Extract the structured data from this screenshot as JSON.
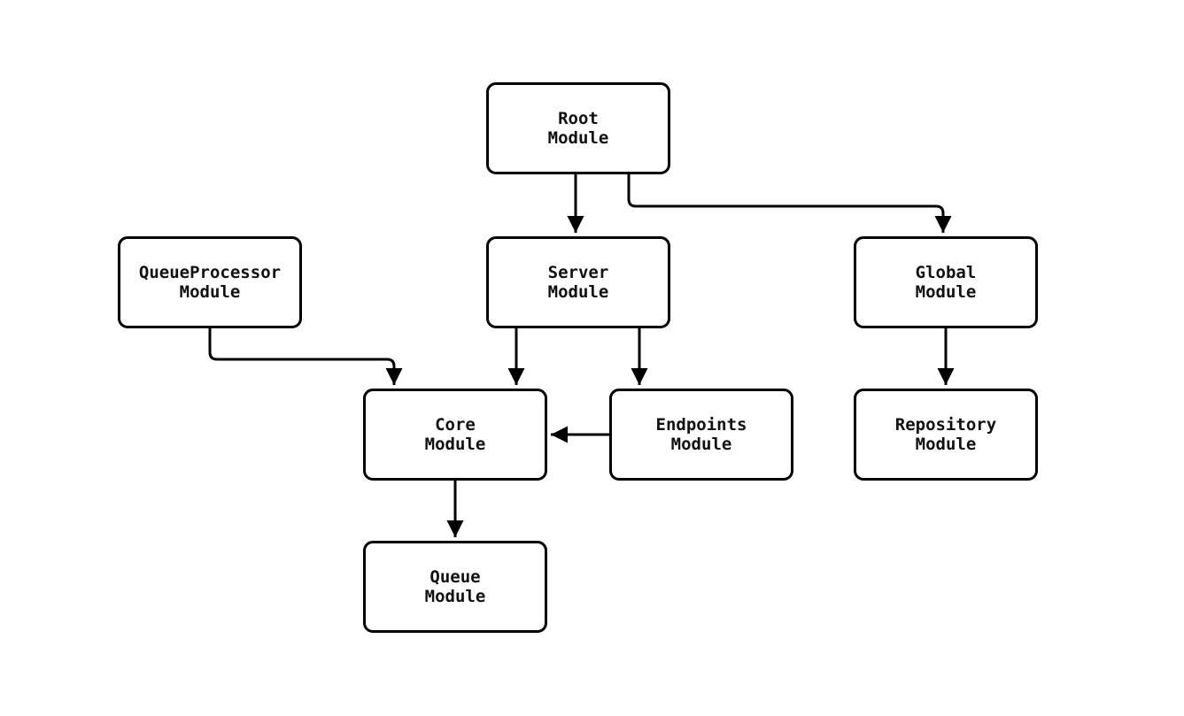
{
  "diagram": {
    "background_color": "#ffffff",
    "stroke_color": "#000000",
    "nodes": {
      "root": {
        "line1": "Root",
        "line2": "Module"
      },
      "queueprocessor": {
        "line1": "QueueProcessor",
        "line2": "Module"
      },
      "server": {
        "line1": "Server",
        "line2": "Module"
      },
      "global": {
        "line1": "Global",
        "line2": "Module"
      },
      "core": {
        "line1": "Core",
        "line2": "Module"
      },
      "endpoints": {
        "line1": "Endpoints",
        "line2": "Module"
      },
      "repository": {
        "line1": "Repository",
        "line2": "Module"
      },
      "queue": {
        "line1": "Queue",
        "line2": "Module"
      }
    },
    "edges": [
      {
        "from": "Root Module",
        "to": "Server Module"
      },
      {
        "from": "Root Module",
        "to": "Global Module"
      },
      {
        "from": "QueueProcessor Module",
        "to": "Core Module"
      },
      {
        "from": "Server Module",
        "to": "Core Module"
      },
      {
        "from": "Server Module",
        "to": "Endpoints Module"
      },
      {
        "from": "Global Module",
        "to": "Repository Module"
      },
      {
        "from": "Endpoints Module",
        "to": "Core Module"
      },
      {
        "from": "Core Module",
        "to": "Queue Module"
      }
    ]
  }
}
